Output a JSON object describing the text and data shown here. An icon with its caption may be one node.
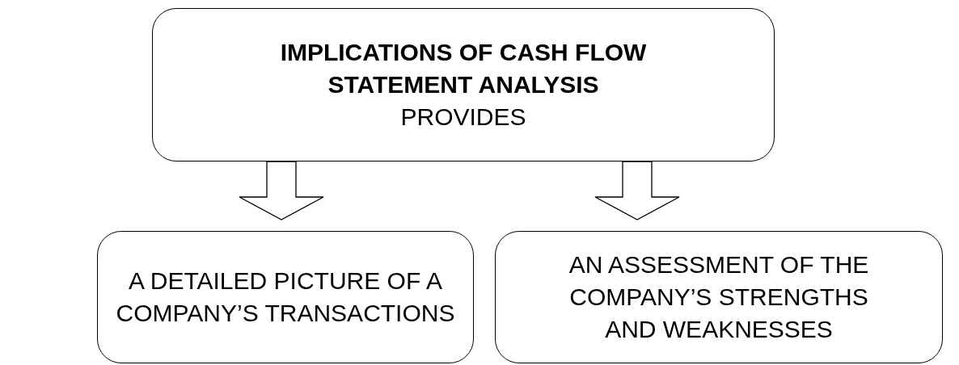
{
  "diagram": {
    "nodes": [
      {
        "text": [
          "IMPLICATIONS OF CASH FLOW STATEMENT ANALYSIS",
          "PROVIDES"
        ]
      },
      {
        "text": [
          "A DETAILED PICTURE OF A COMPANY’S TRANSACTIONS"
        ]
      },
      {
        "text": [
          "AN ASSESSMENT OF THE COMPANY’S STRENGTHS AND WEAKNESSES"
        ]
      }
    ],
    "edges": [
      {
        "from": 0,
        "to": 1,
        "arrow": "to"
      },
      {
        "from": 0,
        "to": 2,
        "arrow": "to"
      }
    ]
  }
}
